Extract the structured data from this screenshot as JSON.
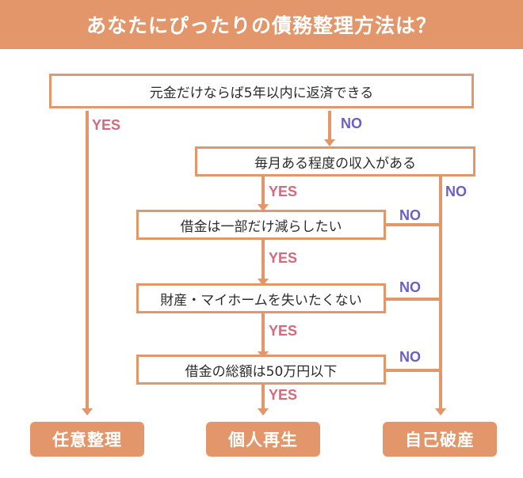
{
  "header": {
    "title": "あなたにぴったりの債務整理方法は？",
    "background_color": "#e2966a",
    "text_color": "#ffffff"
  },
  "theme": {
    "accent_orange": "#e2966a",
    "yes_color": "#d4697c",
    "no_color": "#6b5fc4",
    "box_background": "#ffffff",
    "box_text_color": "#2b2b2b",
    "page_background": "#ffffff"
  },
  "flowchart": {
    "type": "decision-tree",
    "questions": [
      {
        "id": "q1",
        "text": "元金だけならば5年以内に返済できる",
        "yes": "任意整理",
        "no": "q2"
      },
      {
        "id": "q2",
        "text": "毎月ある程度の収入がある",
        "yes": "q3",
        "no": "自己破産"
      },
      {
        "id": "q3",
        "text": "借金は一部だけ減らしたい",
        "yes": "q4",
        "no": "自己破産"
      },
      {
        "id": "q4",
        "text": "財産・マイホームを失いたくない",
        "yes": "q5",
        "no": "自己破産"
      },
      {
        "id": "q5",
        "text": "借金の総額は50万円以下",
        "yes": "個人再生",
        "no": "自己破産"
      }
    ],
    "results": [
      {
        "id": "r1",
        "text": "任意整理"
      },
      {
        "id": "r2",
        "text": "個人再生"
      },
      {
        "id": "r3",
        "text": "自己破産"
      }
    ],
    "edge_labels": {
      "yes": "YES",
      "no": "NO"
    },
    "edges": [
      {
        "from": "q1",
        "label": "YES",
        "to": "任意整理"
      },
      {
        "from": "q1",
        "label": "NO",
        "to": "q2"
      },
      {
        "from": "q2",
        "label": "YES",
        "to": "q3"
      },
      {
        "from": "q2",
        "label": "NO",
        "to": "自己破産"
      },
      {
        "from": "q3",
        "label": "YES",
        "to": "q4"
      },
      {
        "from": "q3",
        "label": "NO",
        "to": "自己破産"
      },
      {
        "from": "q4",
        "label": "YES",
        "to": "q5"
      },
      {
        "from": "q4",
        "label": "NO",
        "to": "自己破産"
      },
      {
        "from": "q5",
        "label": "YES",
        "to": "個人再生"
      },
      {
        "from": "q5",
        "label": "NO",
        "to": "自己破産"
      }
    ]
  }
}
